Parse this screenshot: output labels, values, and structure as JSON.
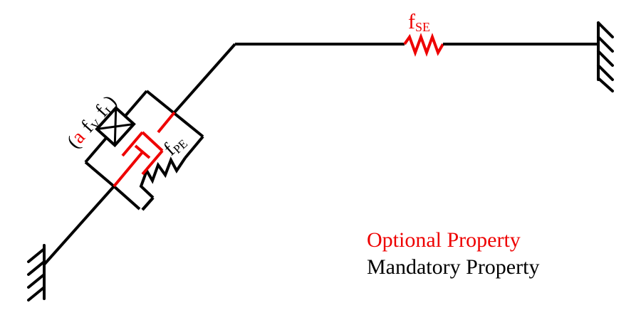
{
  "colors": {
    "optional": "#ee0000",
    "mandatory": "#000000"
  },
  "labels": {
    "series_elastic": {
      "base": "f",
      "sub": "SE"
    },
    "parallel_elastic": {
      "base": "f",
      "sub": "PE"
    },
    "contractile": {
      "open_paren": "(",
      "activation": "a",
      "velocity": {
        "base": "f",
        "sub": "V"
      },
      "length": {
        "base": "f",
        "sub": "L"
      },
      "close_paren": ")"
    }
  },
  "legend": {
    "optional": "Optional Property",
    "mandatory": "Mandatory Property"
  }
}
